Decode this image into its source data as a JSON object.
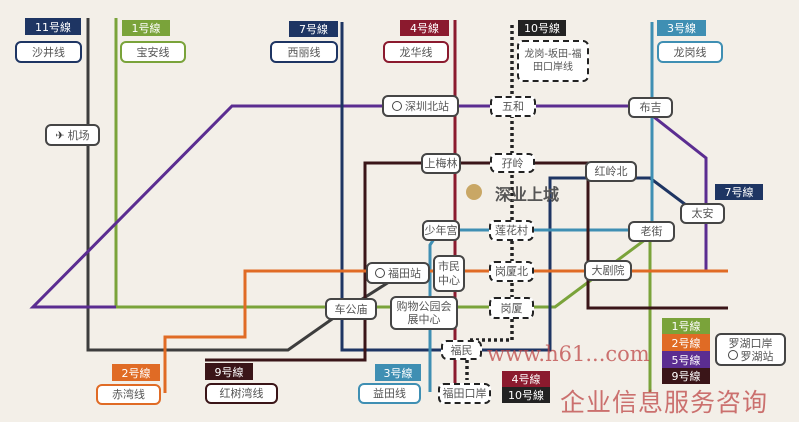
{
  "colors": {
    "line1": "#7aa33a",
    "line2": "#e06b25",
    "line3": "#3f8fb3",
    "line4": "#8b1a2e",
    "line5": "#5b2d91",
    "line7": "#1e3563",
    "line9": "#3a1518",
    "line10": "#222222",
    "line11": "#3d3d3d"
  },
  "line_labels": {
    "l11": {
      "tag": "11号線",
      "name": "沙井线"
    },
    "l1": {
      "tag": "1号線",
      "name": "宝安线"
    },
    "l7": {
      "tag": "7号線",
      "name": "西丽线"
    },
    "l4": {
      "tag": "4号線",
      "name": "龙华线"
    },
    "l10": {
      "tag": "10号線",
      "name": "龙岗-坂田-福田口岸线"
    },
    "l3": {
      "tag": "3号線",
      "name": "龙岗线"
    },
    "l7b": {
      "tag": "7号線"
    },
    "l2": {
      "tag": "2号線",
      "name": "赤湾线"
    },
    "l9": {
      "tag": "9号線",
      "name": "红树湾线"
    },
    "l3b": {
      "tag": "3号線",
      "name": "益田线"
    },
    "l4b": {
      "tag": "4号線"
    },
    "l10b": {
      "tag": "10号線"
    }
  },
  "legend": [
    "1号線",
    "2号線",
    "5号線",
    "9号線"
  ],
  "stations": {
    "airport": "机场",
    "shenzhen_north": "深圳北站",
    "wuhe": "五和",
    "buji": "布吉",
    "shangmeilin": "上梅林",
    "ziling": "孖岭",
    "honglingbei": "红岭北",
    "taian": "太安",
    "shaoniangong": "少年宫",
    "lianhuacun": "莲花村",
    "laojie": "老街",
    "futian": "福田站",
    "civic_center": "市民中心",
    "gangxiabei": "岗厦北",
    "grand_theater": "大剧院",
    "chegongmiao": "车公庙",
    "shopping_park": "购物公园会展中心",
    "gangxia": "岗厦",
    "fumin": "福民",
    "futian_port": "福田口岸",
    "luohu_port": "罗湖口岸",
    "luohu_station": "罗湖站"
  },
  "landmark": "深业上城",
  "watermark": {
    "url": "www.h61...com",
    "text": "企业信息服务咨询"
  }
}
